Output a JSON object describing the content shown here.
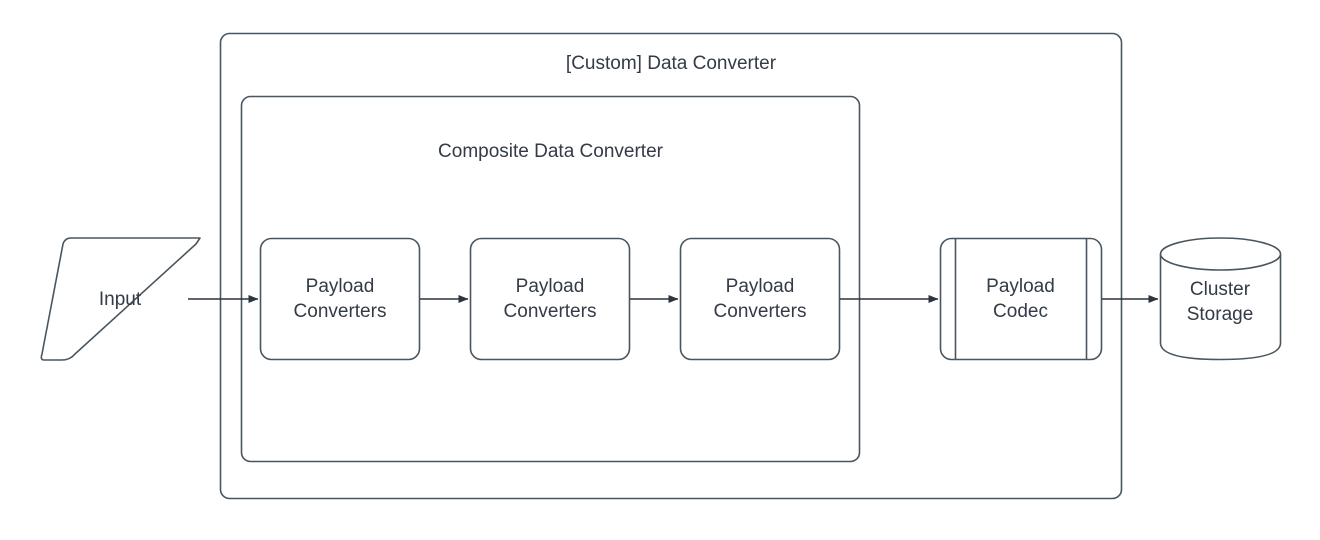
{
  "diagram": {
    "type": "flowchart",
    "title": "[Custom] Data Converter",
    "stroke_color": "#49565f",
    "text_color": "#333b47",
    "fill_color": "#ffffff",
    "containers": [
      {
        "id": "custom-data-converter",
        "label": "[Custom] Data Converter",
        "shape": "rounded-rectangle"
      },
      {
        "id": "composite-data-converter",
        "label": "Composite Data Converter",
        "shape": "rounded-rectangle"
      }
    ],
    "nodes": [
      {
        "id": "input",
        "label": "Input",
        "shape": "parallelogram"
      },
      {
        "id": "payload-conv-1",
        "label": "Payload\nConverters",
        "shape": "rounded-rectangle"
      },
      {
        "id": "payload-conv-2",
        "label": "Payload\nConverters",
        "shape": "rounded-rectangle"
      },
      {
        "id": "payload-conv-3",
        "label": "Payload\nConverters",
        "shape": "rounded-rectangle"
      },
      {
        "id": "payload-codec",
        "label": "Payload\nCodec",
        "shape": "predefined-process"
      },
      {
        "id": "cluster-storage",
        "label": "Cluster\nStorage",
        "shape": "cylinder"
      }
    ],
    "edges": [
      {
        "from": "input",
        "to": "payload-conv-1",
        "arrow": "filled-triangle"
      },
      {
        "from": "payload-conv-1",
        "to": "payload-conv-2",
        "arrow": "filled-triangle"
      },
      {
        "from": "payload-conv-2",
        "to": "payload-conv-3",
        "arrow": "filled-triangle"
      },
      {
        "from": "payload-conv-3",
        "to": "payload-codec",
        "arrow": "filled-triangle"
      },
      {
        "from": "payload-codec",
        "to": "cluster-storage",
        "arrow": "filled-triangle"
      }
    ]
  }
}
